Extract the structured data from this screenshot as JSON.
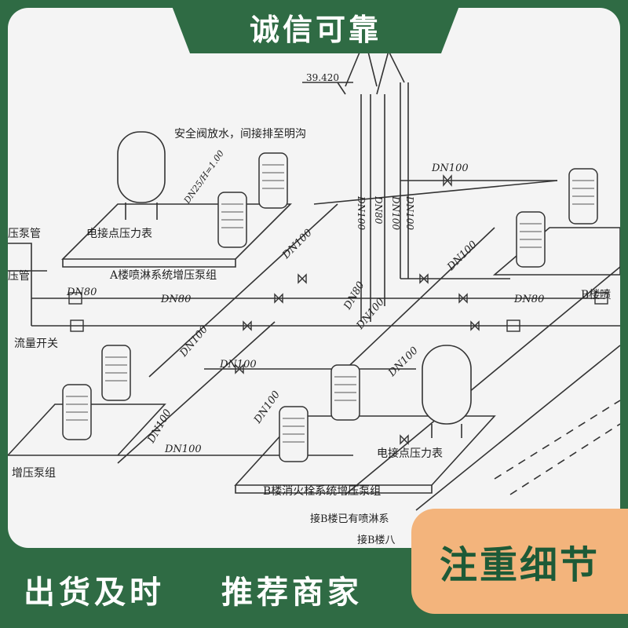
{
  "banner": {
    "top": "诚信可靠",
    "bottom_left": "出货及时",
    "bottom_mid": "推荐商家",
    "badge": "注重细节"
  },
  "diagram": {
    "elevation": "39.420",
    "safety_valve_note": "安全阀放水，间接排至明沟",
    "safety_pipe": "DN25/H=1.00",
    "label_pressure_gauge_a": "电接点压力表",
    "label_pump_a": "A楼喷淋系统增压泵组",
    "label_pump_b": "B楼消火栓系统增压泵组",
    "label_pressure_gauge_b": "电接点压力表",
    "label_flow_switch": "流量开关",
    "label_left_pump_main": "压泵管",
    "label_left_pressure": "压管",
    "label_left_group": "增压泵组",
    "label_right_b": "B楼喷",
    "label_connect_1": "接B楼已有喷淋系",
    "label_connect_2": "接B楼八",
    "pipe_dn100": "DN100",
    "pipe_dn80": "DN80"
  },
  "colors": {
    "brand_green": "#2f6b44",
    "badge_orange": "#f3b47c"
  }
}
